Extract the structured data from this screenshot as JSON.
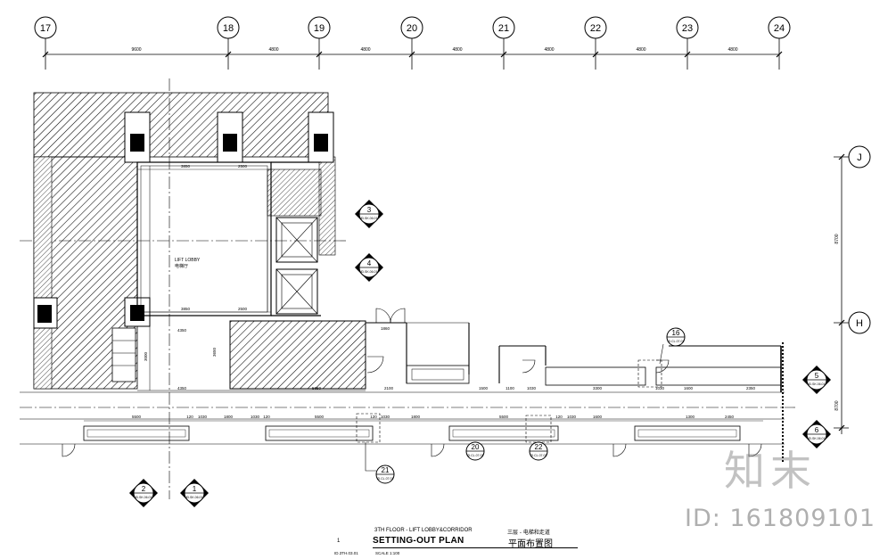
{
  "grid_columns": [
    "17",
    "18",
    "19",
    "20",
    "21",
    "22",
    "23",
    "24"
  ],
  "grid_rows": [
    "J",
    "H"
  ],
  "top_dimensions": [
    "9600",
    "4800",
    "4800",
    "4800",
    "4800",
    "4800",
    "4800"
  ],
  "right_dimensions": [
    "8700",
    "8700"
  ],
  "room_label": {
    "en": "LIFT LOBBY",
    "cn": "电梯厅"
  },
  "interior_dimensions": {
    "d3850a": "3850",
    "d2500a": "2500",
    "d3850b": "3850",
    "d2500b": "2500",
    "d4350a": "4350",
    "d4350b": "4350",
    "d3000": "3000",
    "d3650": "3650",
    "d5650": "5650",
    "d2100": "2100",
    "d1500": "1500",
    "d1100": "1100",
    "d1030a": "1030",
    "d3300": "3300",
    "d1030b": "1030",
    "d1600a": "1600",
    "d2350": "2350",
    "d1860": "1860"
  },
  "corridor_dimensions": {
    "c5500a": "5500",
    "c120a": "120",
    "c1030a": "1030",
    "c1800a": "1800",
    "c1030b": "1030",
    "c120b": "120",
    "c5500b": "5500",
    "c120c": "120",
    "c1030c": "1030",
    "c1800b": "1800",
    "c5500c": "5500",
    "c120d": "120",
    "c1030d": "1030",
    "c1600": "1600",
    "c1300": "1300",
    "c2450": "2450"
  },
  "section_markers": [
    {
      "num": "3",
      "ref": "ID.SK.06.01"
    },
    {
      "num": "4",
      "ref": "ID.SK.06.01"
    },
    {
      "num": "5",
      "ref": "ID.SK.06.01"
    },
    {
      "num": "6",
      "ref": "ID.SK.06.01"
    },
    {
      "num": "2",
      "ref": "ID.SK.06.01"
    },
    {
      "num": "1",
      "ref": "ID.SK.06.01"
    }
  ],
  "detail_markers": [
    {
      "num": "16",
      "ref": "ID.CL.07.01"
    },
    {
      "num": "20",
      "ref": "ID.CL.07.01"
    },
    {
      "num": "22",
      "ref": "ID.CL.07.01"
    },
    {
      "num": "21",
      "ref": "ID.CL.07.01"
    }
  ],
  "title_block": {
    "floor": "3TH FLOOR - LIFT LOBBY&CORRIDOR",
    "floor_cn": "三层 - 电梯和走道",
    "title": "SETTING-OUT PLAN",
    "title_cn": "平面布置图",
    "drawing_number": "1",
    "sheet_ref": "ID.3TH.03.01",
    "scale": "SCALE 1:100"
  },
  "watermark": {
    "logo": "知末",
    "id": "ID: 161809101"
  }
}
